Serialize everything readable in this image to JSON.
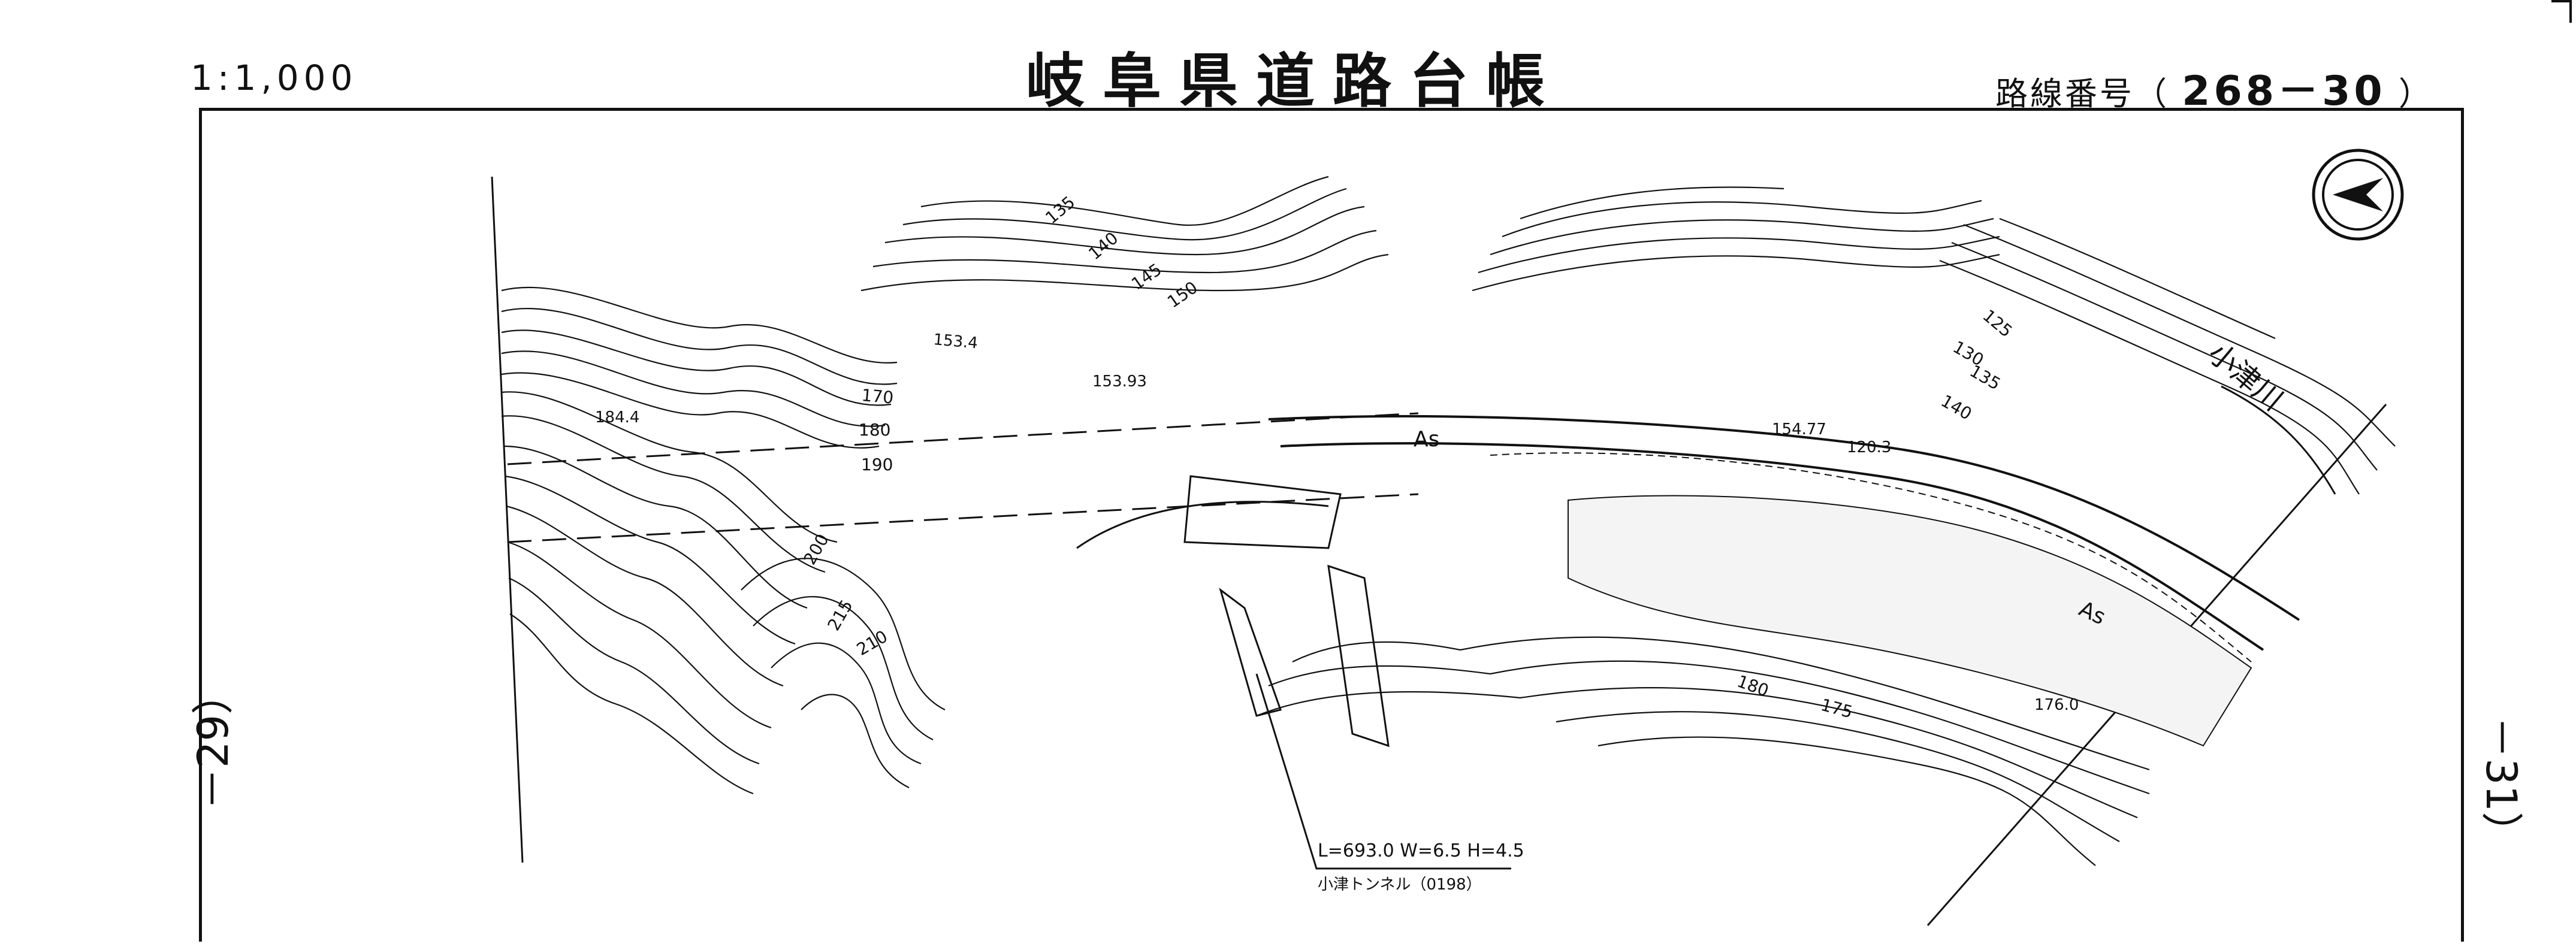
{
  "header": {
    "scale": "1:1,000",
    "title": "岐阜県道路台帳",
    "route_label": "路線番号（",
    "route_number": "268－30",
    "route_close": "）"
  },
  "pages": {
    "left": "－29）",
    "right": "－31）"
  },
  "map": {
    "north_symbol": "north-arrow-icon",
    "river_name": "小津川",
    "tunnel": {
      "spec": "L=693.0 W=6.5 H=4.5",
      "name": "小津トンネル（0198）"
    },
    "contour_labels": [
      "135",
      "140",
      "145",
      "150",
      "170",
      "180",
      "190",
      "200",
      "215",
      "210",
      "180",
      "175",
      "135",
      "130",
      "140",
      "125"
    ],
    "spot_heights": [
      "153.4",
      "153.93",
      "184.4",
      "154.77",
      "120.3",
      "176.0"
    ],
    "surface_labels": [
      "As",
      "As"
    ],
    "colors": {
      "ink": "#111111",
      "paper": "#ffffff"
    }
  }
}
